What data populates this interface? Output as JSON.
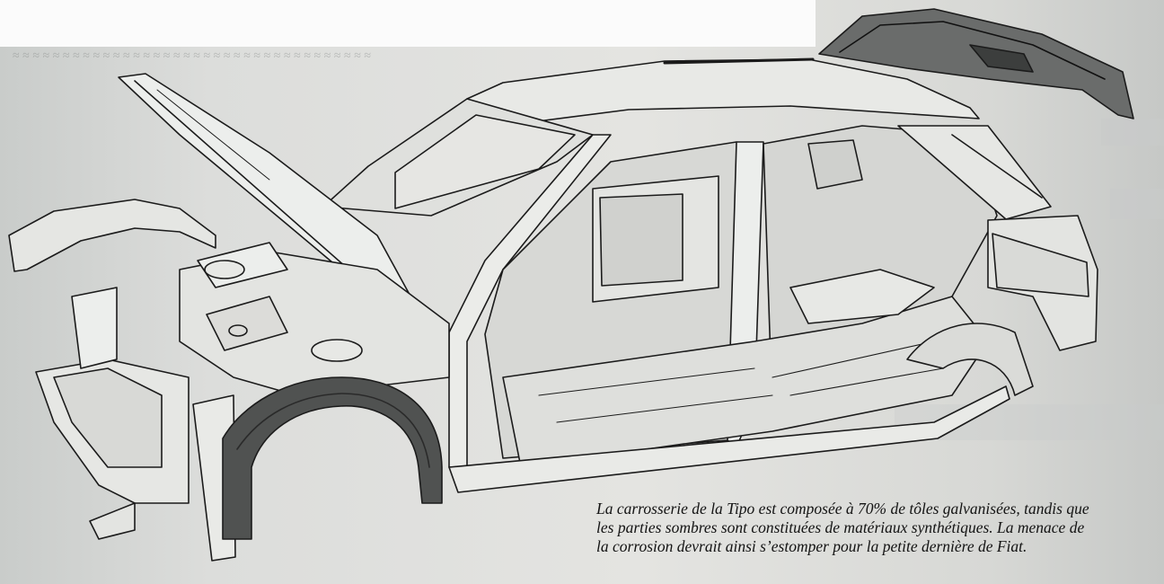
{
  "figure": {
    "subject": "car-body-in-white",
    "caption_lines": [
      "La carrosserie de la Tipo est composée à 70% de tôles galvanisées, tandis que",
      "les parties sombres sont constituées de matériaux synthétiques. La menace de",
      "la corrosion devrait ainsi s’estomper pour la petite dernière de Fiat."
    ]
  },
  "colors": {
    "paper": "#e2e2df",
    "ink": "#1a1a1a",
    "synthetic_parts": "#555755",
    "steel_parts": "#eceeec"
  }
}
